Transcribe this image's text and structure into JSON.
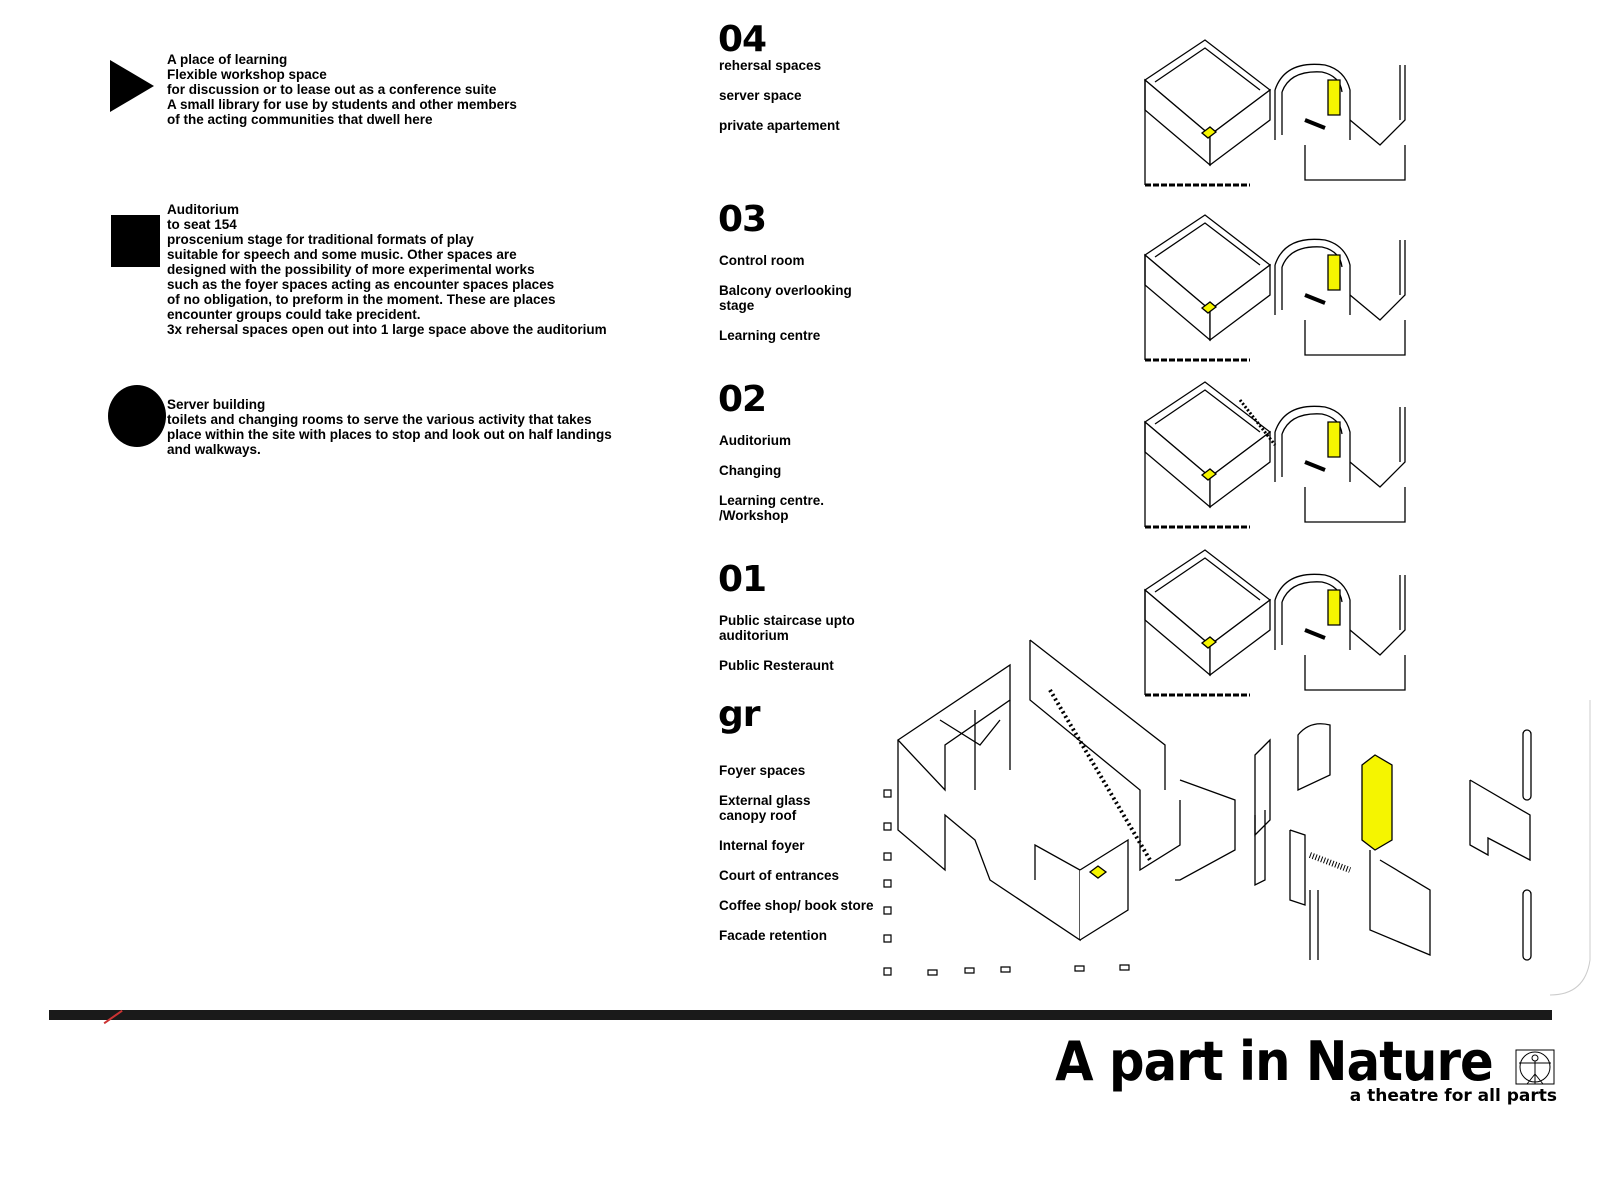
{
  "legend": [
    {
      "icon": "triangle-icon",
      "text": "A place of learning\nFlexible workshop space\nfor discussion or to lease out as a conference suite\nA small library for use by students and other members\nof the acting communities that dwell here"
    },
    {
      "icon": "square-icon",
      "text": "Auditorium\nto seat 154\nproscenium stage for traditional formats of play\nsuitable for speech and some music. Other spaces are\ndesigned with the possibility of more experimental works\nsuch as the foyer spaces acting as encounter spaces places\nof no obligation, to preform in the moment. These are places\nencounter groups could take precident.\n3x rehersal spaces open out into 1 large space above the auditorium"
    },
    {
      "icon": "circle-icon",
      "text": "Server building\ntoilets and changing rooms to serve the various activity that takes\nplace within the site with places to stop and look out on half landings\nand walkways."
    }
  ],
  "levels": [
    {
      "num": "04",
      "labels": [
        "rehersal spaces",
        "server space",
        "private apartement"
      ]
    },
    {
      "num": "03",
      "labels": [
        "Control room",
        "Balcony overlooking\nstage",
        "Learning centre"
      ]
    },
    {
      "num": "02",
      "labels": [
        "Auditorium",
        "Changing",
        "Learning centre.\n/Workshop"
      ]
    },
    {
      "num": "01",
      "labels": [
        "Public staircase upto\nauditorium",
        "Public Resteraunt"
      ]
    },
    {
      "num": "gr",
      "labels": [
        "Foyer spaces",
        "External glass\ncanopy roof",
        "Internal foyer",
        "Court of entrances",
        "Coffee shop/ book store",
        "Facade retention"
      ]
    }
  ],
  "title": {
    "main": "A part in Nature",
    "sub": "a theatre for all parts",
    "logo": "vitruvian-man-logo"
  },
  "colors": {
    "highlight": "#f5f500",
    "ink": "#000000",
    "bar": "#1a1a1a"
  }
}
